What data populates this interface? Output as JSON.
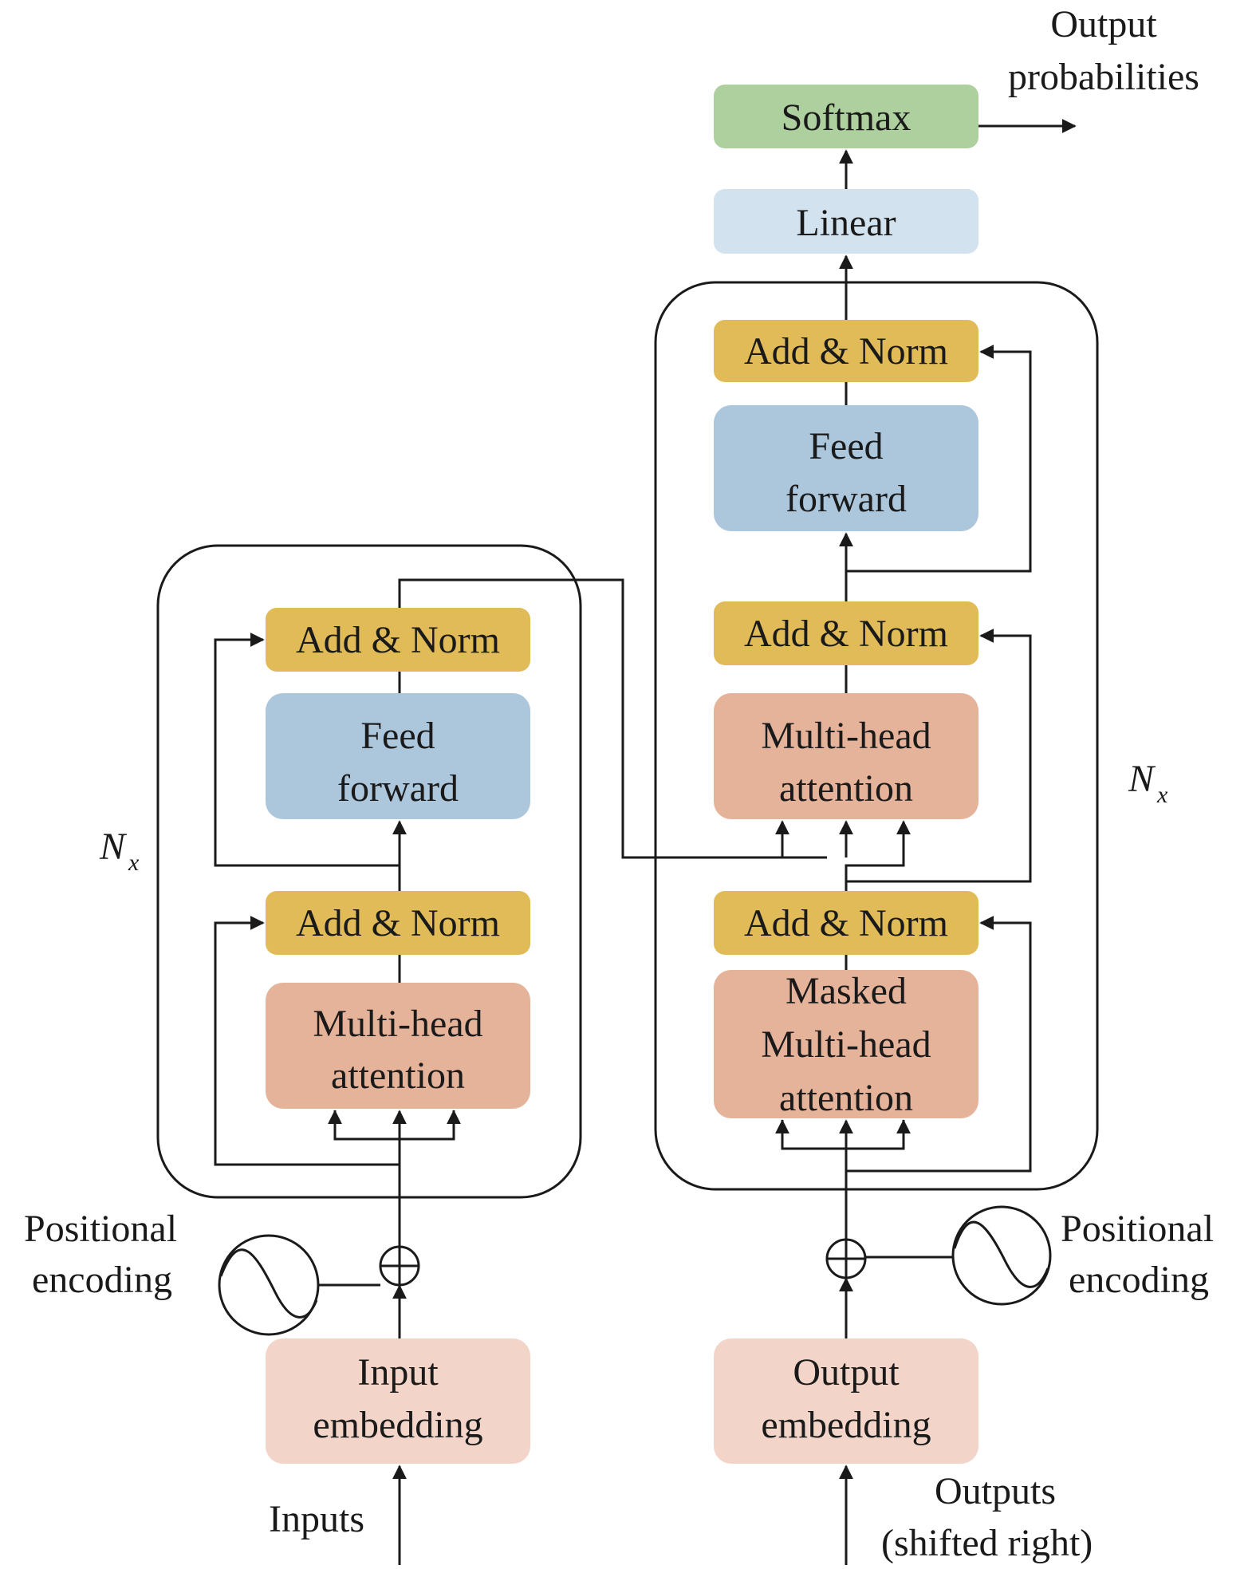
{
  "title": "Transformer architecture",
  "colors": {
    "add_norm": "#e0bb58",
    "feed_forward": "#acc6dc",
    "attention": "#e5b29a",
    "embedding": "#f2d5c8",
    "linear": "#d2e2ee",
    "softmax": "#aed09e",
    "line": "#1a1a1a"
  },
  "encoder": {
    "repeat_label": "N",
    "repeat_sub": "x",
    "add_norm_top": "Add & Norm",
    "feed_forward": [
      "Feed",
      "forward"
    ],
    "add_norm_bottom": "Add & Norm",
    "attention": [
      "Multi-head",
      "attention"
    ],
    "positional_encoding": [
      "Positional",
      "encoding"
    ],
    "embedding": [
      "Input",
      "embedding"
    ],
    "input_label": "Inputs"
  },
  "decoder": {
    "repeat_label": "N",
    "repeat_sub": "x",
    "add_norm_top": "Add & Norm",
    "feed_forward": [
      "Feed",
      "forward"
    ],
    "add_norm_middle": "Add & Norm",
    "cross_attention": [
      "Multi-head",
      "attention"
    ],
    "add_norm_bottom": "Add & Norm",
    "masked_attention": [
      "Masked",
      "Multi-head",
      "attention"
    ],
    "positional_encoding": [
      "Positional",
      "encoding"
    ],
    "embedding": [
      "Output",
      "embedding"
    ],
    "input_label": [
      "Outputs",
      "(shifted right)"
    ]
  },
  "head": {
    "linear": "Linear",
    "softmax": "Softmax",
    "output_label": [
      "Output",
      "probabilities"
    ]
  }
}
